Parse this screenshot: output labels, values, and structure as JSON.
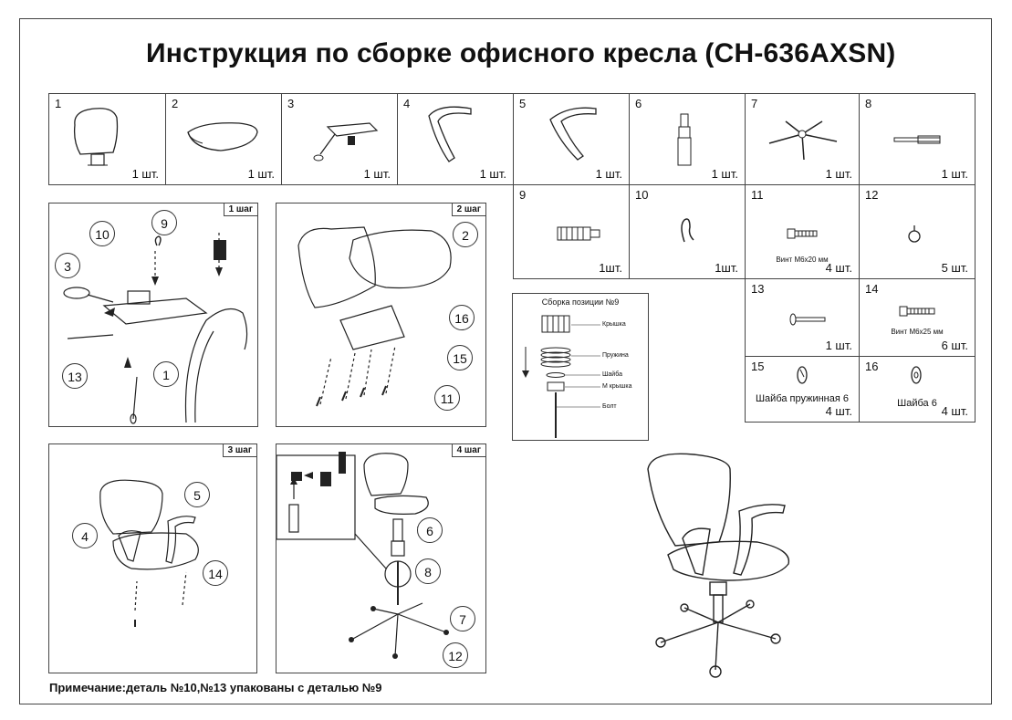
{
  "title": "Инструкция по сборке офисного кресла (CH-636AXSN)",
  "parts": [
    {
      "num": "1",
      "qty": "1 шт."
    },
    {
      "num": "2",
      "qty": "1 шт."
    },
    {
      "num": "3",
      "qty": "1 шт."
    },
    {
      "num": "4",
      "qty": "1 шт."
    },
    {
      "num": "5",
      "qty": "1 шт."
    },
    {
      "num": "6",
      "qty": "1 шт."
    },
    {
      "num": "7",
      "qty": "1 шт."
    },
    {
      "num": "8",
      "qty": "1 шт."
    },
    {
      "num": "9",
      "qty": "1шт."
    },
    {
      "num": "10",
      "qty": "1шт."
    },
    {
      "num": "11",
      "qty": "4 шт.",
      "caption": "Винт М6х20 мм"
    },
    {
      "num": "12",
      "qty": "5 шт."
    },
    {
      "num": "13",
      "qty": "1 шт."
    },
    {
      "num": "14",
      "qty": "6 шт.",
      "caption": "Винт М6х25 мм"
    },
    {
      "num": "15",
      "qty": "4 шт.",
      "caption": "Шайба пружинная 6"
    },
    {
      "num": "16",
      "qty": "4 шт.",
      "caption": "Шайба 6"
    }
  ],
  "steps": {
    "step1": {
      "label": "1 шаг",
      "callouts": [
        "10",
        "9",
        "3",
        "13",
        "1"
      ]
    },
    "step2": {
      "label": "2 шаг",
      "callouts": [
        "2",
        "16",
        "15",
        "11"
      ]
    },
    "step3": {
      "label": "3 шаг",
      "callouts": [
        "5",
        "4",
        "14"
      ]
    },
    "step4": {
      "label": "4 шаг",
      "callouts": [
        "6",
        "8",
        "7",
        "12"
      ]
    }
  },
  "assembly9": {
    "title": "Сборка позиции №9",
    "labels": [
      "Крышка",
      "Пружина",
      "Шайба",
      "М крышка",
      "Болт"
    ]
  },
  "note": "Примечание:деталь №10,№13 упакованы с деталью №9"
}
